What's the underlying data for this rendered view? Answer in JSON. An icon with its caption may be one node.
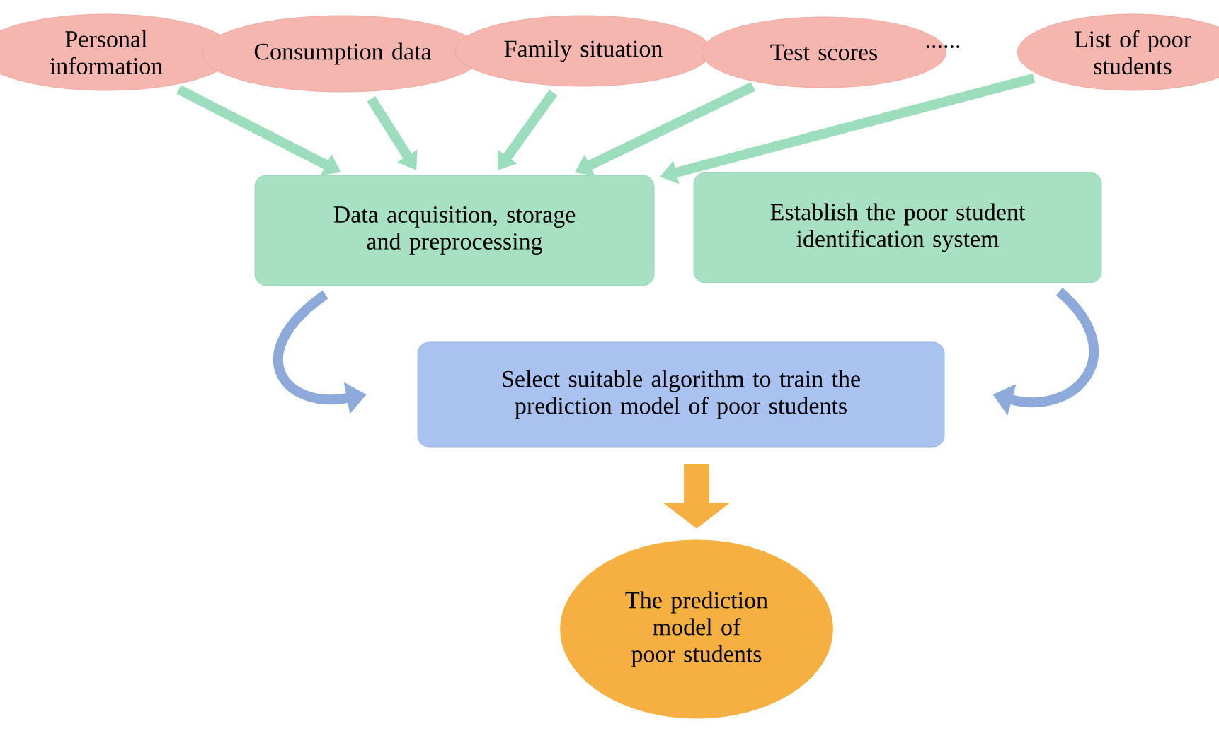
{
  "diagram": {
    "nodes": [
      {
        "text": [
          "Personal information"
        ]
      },
      {
        "text": [
          "Consumption data"
        ]
      },
      {
        "text": [
          "Family situation"
        ]
      },
      {
        "text": [
          "Test scores"
        ]
      },
      {
        "text": [
          "List of poor students"
        ]
      },
      {
        "text": [
          "Data acquisition, storage and preprocessing"
        ]
      },
      {
        "text": [
          "Establish the poor student identification system"
        ]
      },
      {
        "text": [
          "Select suitable algorithm to train the prediction model of poor students"
        ]
      },
      {
        "text": [
          "The prediction model of poor students"
        ]
      }
    ],
    "edges": [
      {
        "from": 0,
        "to": 5,
        "arrow": "to"
      },
      {
        "from": 1,
        "to": 5,
        "arrow": "to"
      },
      {
        "from": 2,
        "to": 5,
        "arrow": "to"
      },
      {
        "from": 3,
        "to": 5,
        "arrow": "to"
      },
      {
        "from": 4,
        "to": 5,
        "arrow": "to"
      },
      {
        "from": 5,
        "to": 7,
        "arrow": "to",
        "color": "#8eaadb"
      },
      {
        "from": 6,
        "to": 7,
        "arrow": "to",
        "color": "#8eaadb"
      },
      {
        "from": 7,
        "to": 8,
        "arrow": "to",
        "color": "#f5b041",
        "style": "thick"
      }
    ],
    "labels": [
      "......"
    ]
  }
}
